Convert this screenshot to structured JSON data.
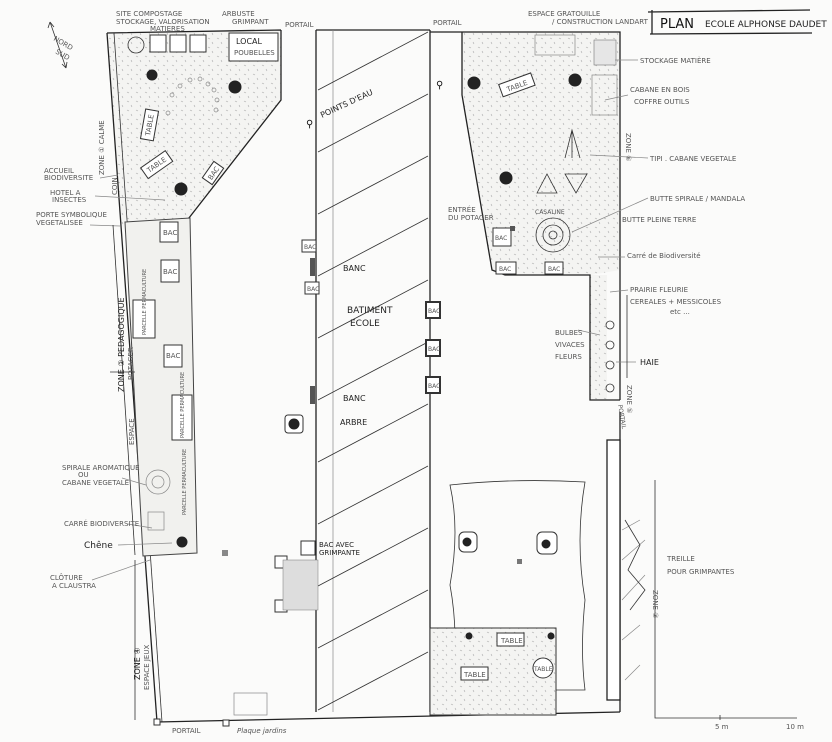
{
  "title": {
    "plan": "PLAN",
    "school": "ECOLE ALPHONSE DAUDET"
  },
  "compass": {
    "north": "NORD",
    "south": "SUD"
  },
  "scale": {
    "mid": "5 m",
    "end": "10 m"
  },
  "zone1": {
    "compost": [
      "SITE COMPOSTAGE",
      "STOCKAGE, VALORISATION",
      "MATIERES"
    ],
    "arbuste": [
      "ARBUSTE",
      "GRIMPANT"
    ],
    "portail_top": "PORTAIL",
    "local": [
      "LOCAL",
      "POUBELLES"
    ],
    "zone_label": "ZONE ① CALME",
    "coin": "COIN",
    "table1": "TABLE",
    "table2": "TABLE",
    "bac": "BAC",
    "accueil": [
      "ACCUEIL",
      "BIODIVERSITE"
    ],
    "hotel": [
      "HOTEL A",
      "INSECTES"
    ],
    "porte": [
      "PORTE SYMBOLIQUE",
      "VEGETALISEE"
    ]
  },
  "zone2": {
    "zone_label": "ZONE ② PEDAGOGIQUE",
    "potager": "POTAGER",
    "espace": "ESPACE",
    "parcelle1": "PARCELLE PERMACULTURE",
    "parcelle2": "PARCELLE PERMACULTURE",
    "parcelle3": "PARCELLE PERMACULTURE",
    "bac1": "BAC",
    "bac2": "BAC",
    "bac3": "BAC",
    "spirale": [
      "SPIRALE AROMATIQUE",
      "OU",
      "CABANE VEGETALE"
    ],
    "carre": "CARRÉ BIODIVERSITE",
    "chene": "Chêne",
    "cloture": [
      "CLÔTURE",
      "A CLAUSTRA"
    ]
  },
  "zone4": {
    "zone_label": "ZONE ④",
    "espace": "ESPACE JEUX",
    "portail": "PORTAIL",
    "plaque": "Plaque jardins"
  },
  "building": {
    "points_eau": "POINTS D'EAU",
    "title": [
      "BATIMENT",
      "ECOLE"
    ],
    "banc1": "BANC",
    "banc2": "BANC",
    "arbre": "ARBRE",
    "bac_left1": "BAC",
    "bac_left2": "BAC",
    "bac_right": [
      "BAC",
      "BAC",
      "BAC"
    ],
    "bac_grimpante": [
      "BAC AVEC",
      "GRIMPANTE"
    ]
  },
  "zone_right": {
    "portail": "PORTAIL",
    "gratouille": [
      "ESPACE GRATOUILLE",
      "/ CONSTRUCTION LANDART"
    ],
    "stockage": "STOCKAGE MATIÈRE",
    "cabane": [
      "CABANE EN BOIS",
      "COFFRE OUTILS"
    ],
    "zone_label": "ZONE ⑥",
    "tipi": "TIPI . CABANE VEGETALE",
    "butte_spirale": "BUTTE SPIRALE / MANDALA",
    "butte_terre": "BUTTE PLEINE TERRE",
    "carre": "Carré de Biodiversité",
    "table": "TABLE",
    "entree": [
      "ENTRÉE",
      "DU POTAGER"
    ],
    "spiral_label": "CASALINE",
    "bac1": "BAC",
    "bac2": "BAC",
    "bac3": "BAC",
    "prairie": [
      "PRAIRIE FLEURIE",
      "CEREALES + MESSICOLES",
      "etc ..."
    ],
    "bulbes": [
      "BULBES",
      "VIVACES",
      "FLEURS"
    ],
    "haie": "HAIE",
    "zone5": "ZONE ⑤",
    "portail_side": "PORTAIL"
  },
  "zone3": {
    "treille": [
      "TREILLE",
      "POUR GRIMPANTES"
    ],
    "zone_label": "ZONE ③",
    "tables": [
      "TABLE",
      "TABLE",
      "TABLE"
    ]
  }
}
